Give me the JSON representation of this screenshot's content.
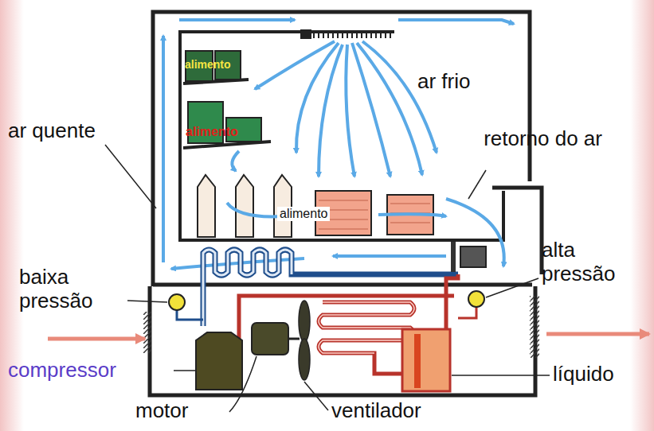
{
  "diagram": {
    "labels": [
      "alimento",
      "ar frio",
      "ar quente",
      "alimento",
      "retorno do ar",
      "alimento",
      "baixa pressão",
      "alta pressão",
      "compressor",
      "líquido",
      "motor",
      "ventilador"
    ]
  }
}
